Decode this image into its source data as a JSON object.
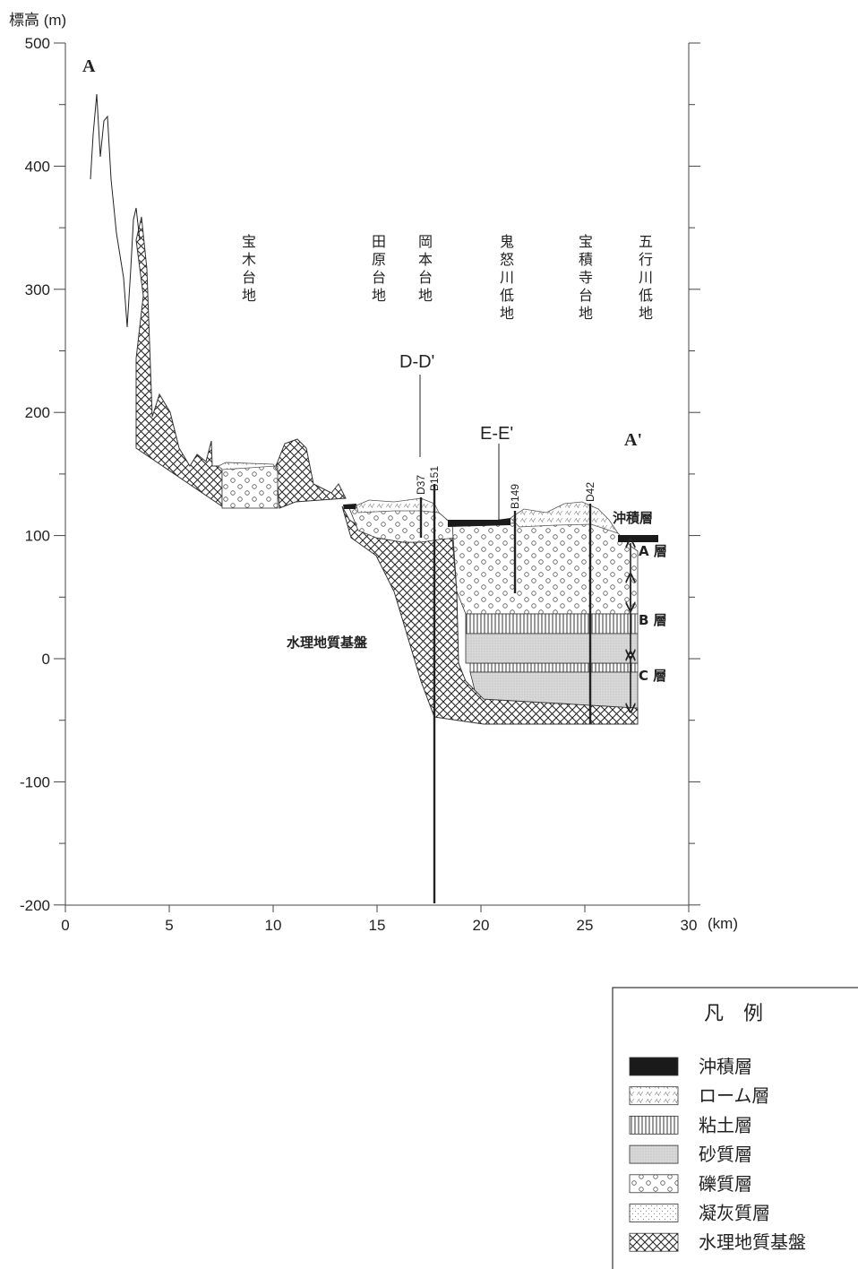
{
  "axes": {
    "y_label": "標高 (m)",
    "x_unit": "(km)",
    "y_ticks": [
      "500",
      "400",
      "300",
      "200",
      "100",
      "0",
      "-100",
      "-200"
    ],
    "x_ticks": [
      "0",
      "5",
      "10",
      "15",
      "20",
      "25",
      "30"
    ]
  },
  "points": {
    "start": "A",
    "end": "A'"
  },
  "places": [
    "宝木台地",
    "田原台地",
    "岡本台地",
    "鬼怒川低地",
    "宝積寺台地",
    "五行川低地"
  ],
  "sections": {
    "dd": "D-D'",
    "ee": "E-E'"
  },
  "boreholes": [
    "D37",
    "B151",
    "B149",
    "D42"
  ],
  "layer_labels": {
    "alluvium": "沖積層",
    "a": "A 層",
    "b": "B 層",
    "c": "C 層",
    "basement": "水理地質基盤"
  },
  "legend": {
    "title": "凡　例",
    "items": [
      {
        "label": "沖積層",
        "pattern": "alluvium"
      },
      {
        "label": "ローム層",
        "pattern": "loam"
      },
      {
        "label": "粘土層",
        "pattern": "clay"
      },
      {
        "label": "砂質層",
        "pattern": "sand"
      },
      {
        "label": "礫質層",
        "pattern": "gravel"
      },
      {
        "label": "凝灰質層",
        "pattern": "tuff"
      },
      {
        "label": "水理地質基盤",
        "pattern": "basement"
      }
    ]
  }
}
